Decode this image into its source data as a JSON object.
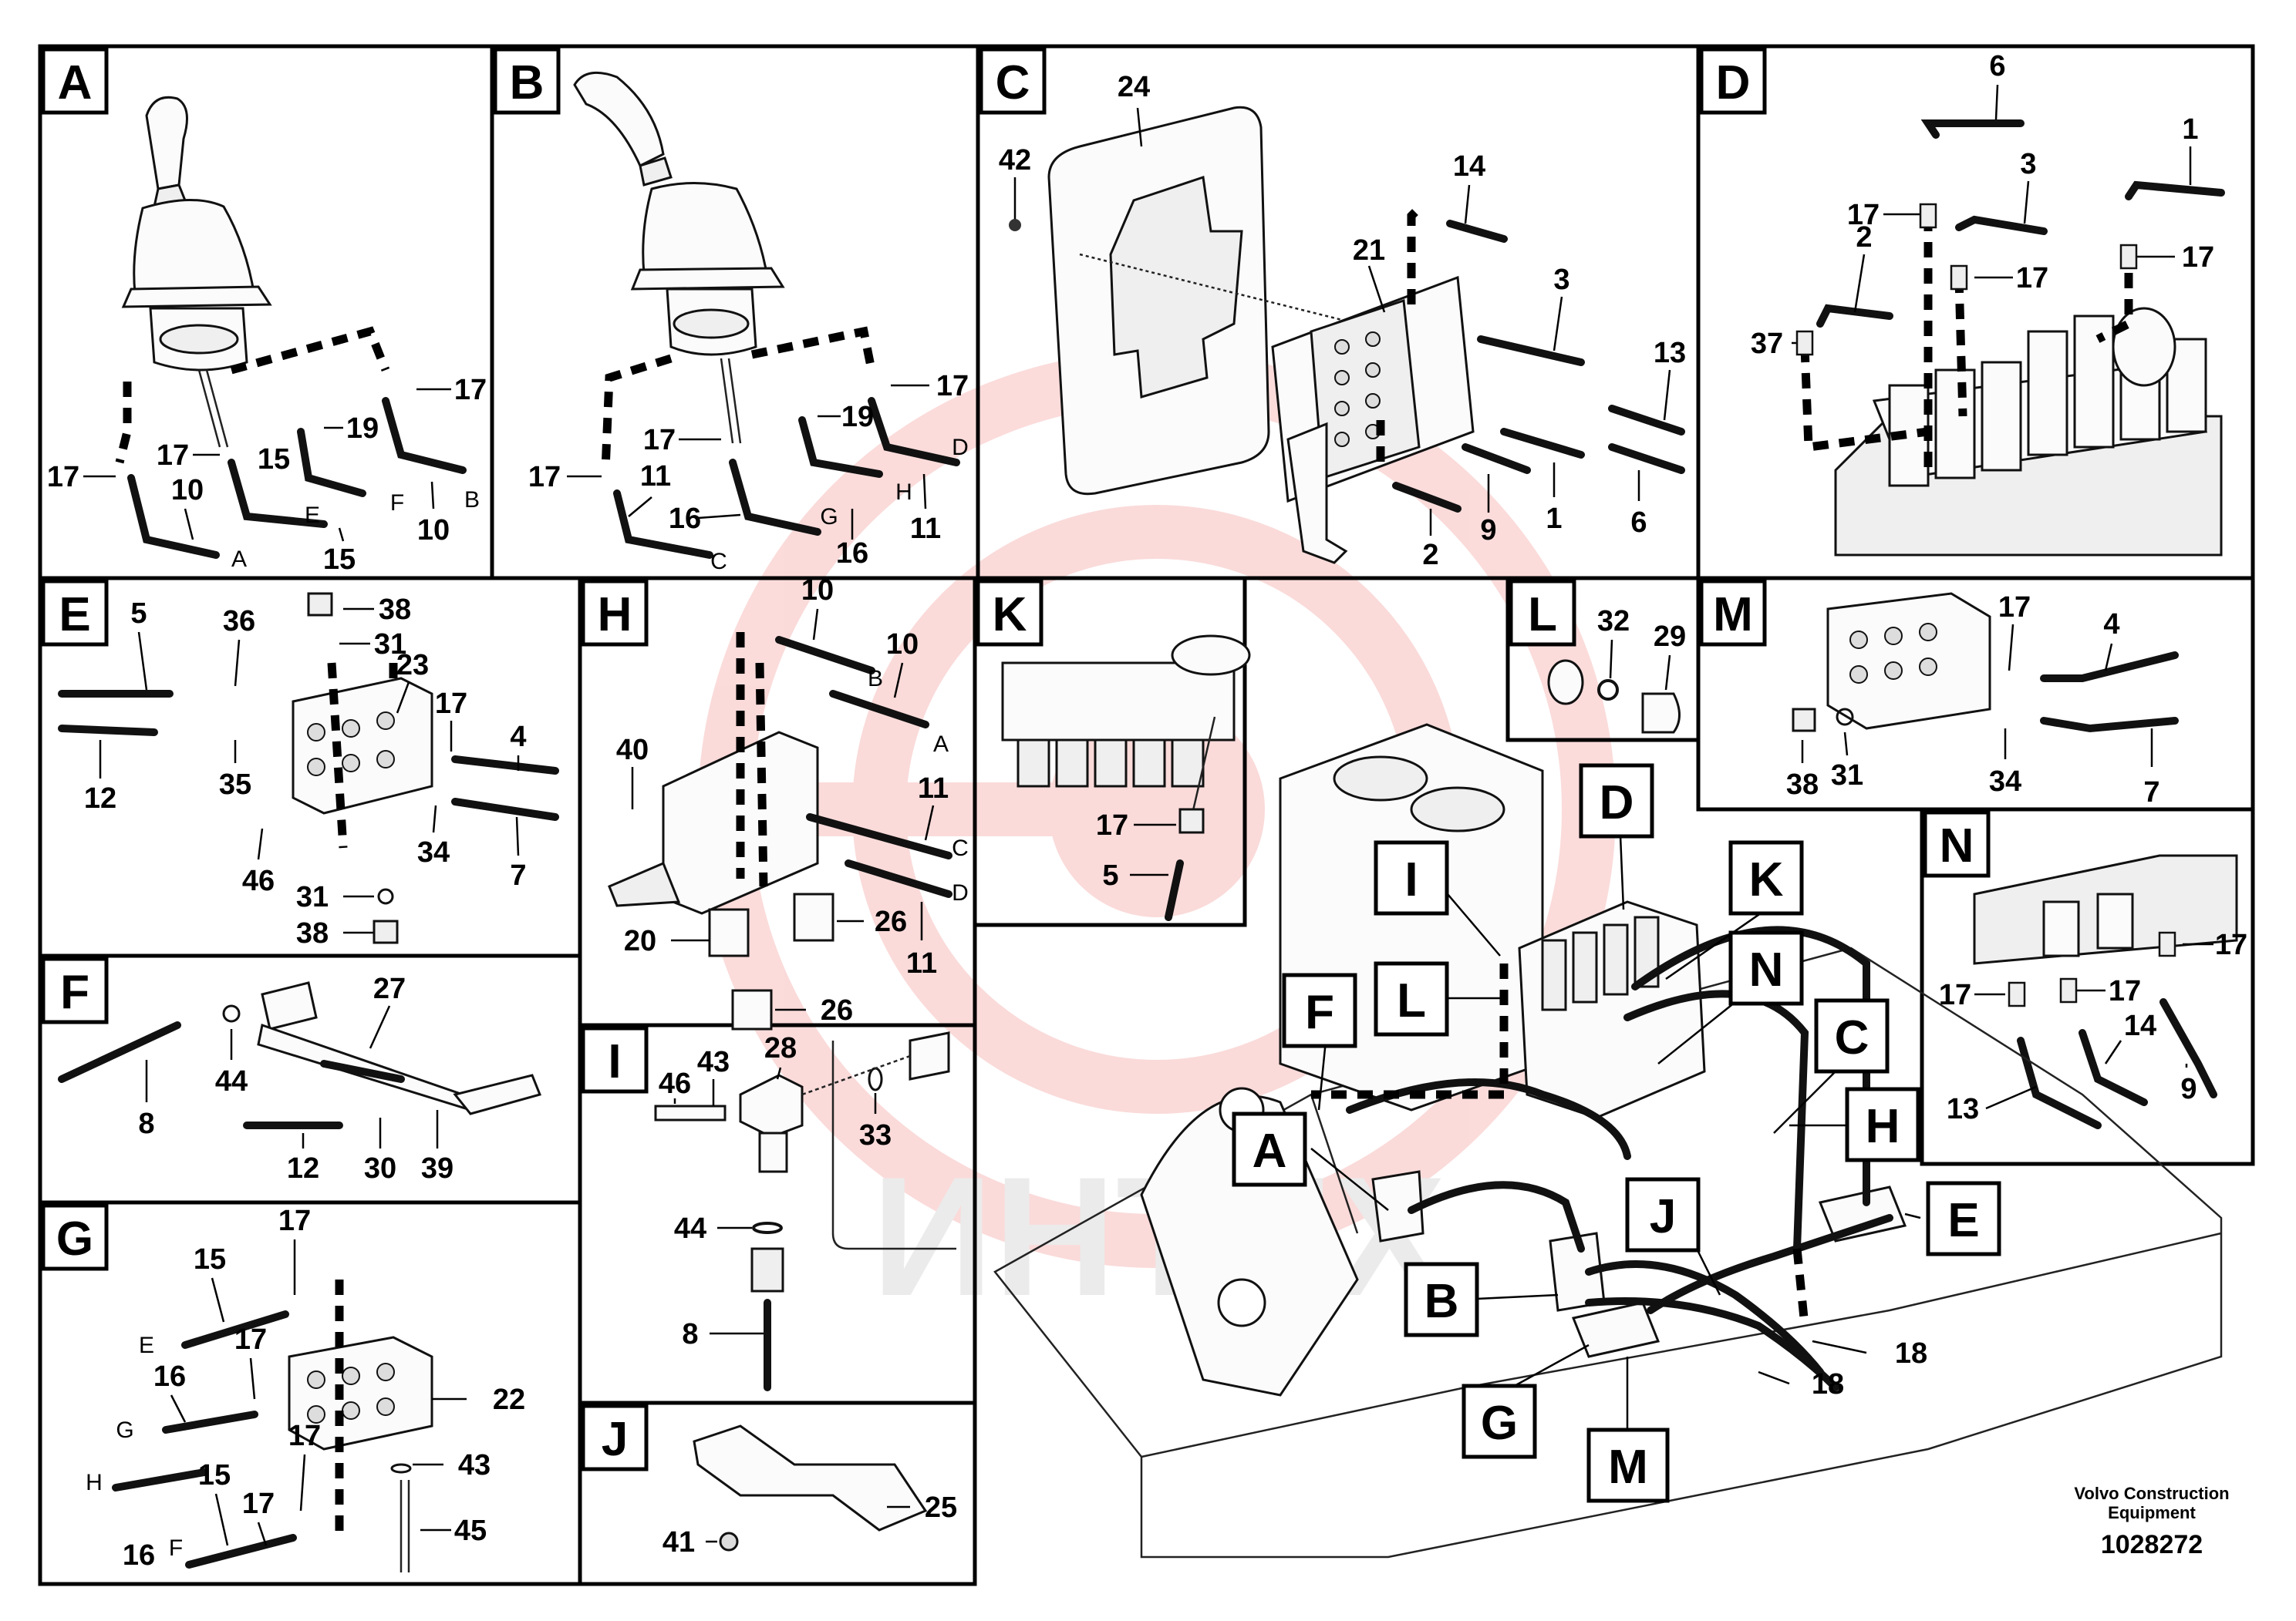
{
  "panels": {
    "A": {
      "label": "A",
      "callouts": [
        "17",
        "19",
        "17",
        "15",
        "17",
        "10",
        "15",
        "10"
      ],
      "letters": [
        "E",
        "F",
        "B",
        "A"
      ]
    },
    "B": {
      "label": "B",
      "callouts": [
        "17",
        "19",
        "17",
        "17",
        "11",
        "16",
        "16",
        "11"
      ],
      "letters": [
        "D",
        "H",
        "G",
        "C"
      ]
    },
    "C": {
      "label": "C",
      "callouts": [
        "24",
        "42",
        "14",
        "21",
        "3",
        "13",
        "9",
        "1",
        "6",
        "2"
      ]
    },
    "D": {
      "label": "D",
      "callouts": [
        "6",
        "1",
        "3",
        "17",
        "2",
        "17",
        "17",
        "37"
      ]
    },
    "E": {
      "label": "E",
      "callouts": [
        "5",
        "36",
        "38",
        "31",
        "23",
        "17",
        "4",
        "12",
        "35",
        "46",
        "34",
        "7",
        "31",
        "38"
      ]
    },
    "H": {
      "label": "H",
      "callouts": [
        "10",
        "10",
        "40",
        "11",
        "11",
        "20",
        "26",
        "26"
      ],
      "letters": [
        "B",
        "A",
        "C",
        "D"
      ]
    },
    "K": {
      "label": "K",
      "callouts": [
        "17",
        "5"
      ]
    },
    "L": {
      "label": "L",
      "callouts": [
        "32",
        "29"
      ]
    },
    "M": {
      "label": "M",
      "callouts": [
        "17",
        "4",
        "38",
        "31",
        "34",
        "7"
      ]
    },
    "F": {
      "label": "F",
      "callouts": [
        "27",
        "44",
        "8",
        "12",
        "30",
        "39"
      ]
    },
    "N": {
      "label": "N",
      "callouts": [
        "17",
        "17",
        "17",
        "14",
        "13",
        "9"
      ]
    },
    "I": {
      "label": "I",
      "callouts": [
        "46",
        "43",
        "28",
        "33",
        "44",
        "8"
      ]
    },
    "G": {
      "label": "G",
      "callouts": [
        "17",
        "15",
        "17",
        "16",
        "22",
        "17",
        "43",
        "15",
        "17",
        "45",
        "16"
      ],
      "letters": [
        "E",
        "G",
        "H",
        "F"
      ]
    },
    "J": {
      "label": "J",
      "callouts": [
        "25",
        "41"
      ]
    }
  },
  "main_view": {
    "pointers": [
      "D",
      "I",
      "K",
      "N",
      "F",
      "L",
      "C",
      "H",
      "A",
      "J",
      "E",
      "B",
      "G",
      "M"
    ],
    "callouts": [
      "18",
      "18"
    ]
  },
  "footer": {
    "corp_line1": "Volvo Construction",
    "corp_line2": "Equipment",
    "doc_number": "1028272"
  },
  "watermark": {
    "text": "ИНТЕХ",
    "color": "#e52420"
  }
}
